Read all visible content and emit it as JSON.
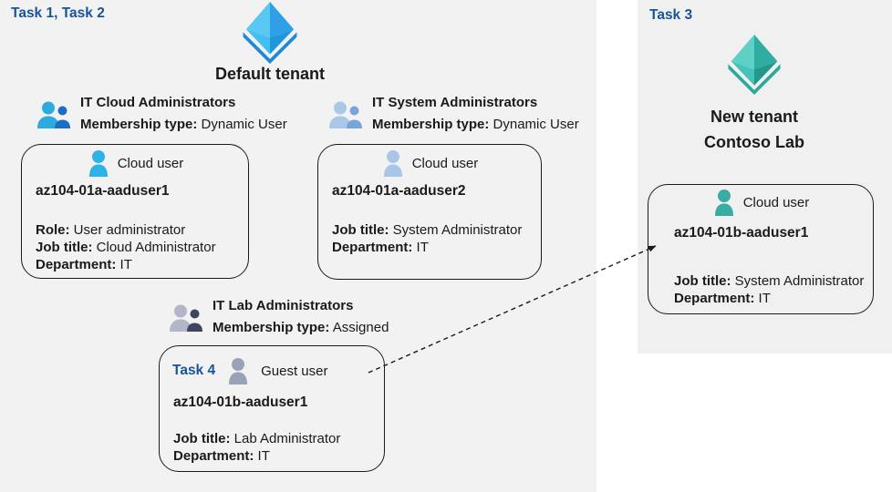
{
  "labels": {
    "left_tasks": "Task 1, Task 2",
    "right_task": "Task 3",
    "task4": "Task 4"
  },
  "tenants": {
    "default": {
      "title": "Default tenant",
      "icon": "azure-tenant-icon-blue"
    },
    "new": {
      "title_line1": "New tenant",
      "title_line2": "Contoso Lab",
      "icon": "azure-tenant-icon-teal"
    }
  },
  "groups": [
    {
      "name": "IT Cloud Administrators",
      "membership_label": "Membership type:",
      "membership_value": "Dynamic User",
      "icon": "group-icon-blue"
    },
    {
      "name": "IT System Administrators",
      "membership_label": "Membership type:",
      "membership_value": "Dynamic User",
      "icon": "group-icon-lightblue"
    },
    {
      "name": "IT Lab Administrators",
      "membership_label": "Membership type:",
      "membership_value": "Assigned",
      "icon": "group-icon-gray"
    }
  ],
  "users": [
    {
      "type_label": "Cloud user",
      "name": "az104-01a-aaduser1",
      "icon": "person-icon-blue",
      "fields": [
        {
          "label": "Role:",
          "value": "User administrator"
        },
        {
          "label": "Job title:",
          "value": "Cloud Administrator"
        },
        {
          "label": "Department:",
          "value": "IT"
        }
      ]
    },
    {
      "type_label": "Cloud user",
      "name": "az104-01a-aaduser2",
      "icon": "person-icon-lightblue",
      "fields": [
        {
          "label": "Job title:",
          "value": "System Administrator"
        },
        {
          "label": "Department:",
          "value": "IT"
        }
      ]
    },
    {
      "task_label": "Task 4",
      "type_label": "Guest user",
      "name": "az104-01b-aaduser1",
      "icon": "person-icon-gray",
      "fields": [
        {
          "label": "Job title:",
          "value": "Lab Administrator"
        },
        {
          "label": "Department:",
          "value": "IT"
        }
      ]
    },
    {
      "type_label": "Cloud user",
      "name": "az104-01b-aaduser1",
      "icon": "person-icon-teal",
      "fields": [
        {
          "label": "Job title:",
          "value": "System Administrator"
        },
        {
          "label": "Department:",
          "value": "IT"
        }
      ]
    }
  ],
  "colors": {
    "task_label_blue": "#17549b",
    "panel_left_bg": "#f2f2f2",
    "panel_right_bg": "#f0f0f0",
    "card_border": "#1a1a1a",
    "arrow": "#1a1a1a",
    "tenant_blue_faces": [
      "#5ac8f2",
      "#2f9fe6",
      "#41bfee",
      "#1e97dd",
      "#1f88db"
    ],
    "tenant_teal_faces": [
      "#5fd0c6",
      "#30ada1",
      "#45c3b8",
      "#23998e",
      "#2ca79c"
    ],
    "group_blue": [
      "#2daae0",
      "#1a6fc4"
    ],
    "group_lightblue": [
      "#aac7e8",
      "#79a4d6"
    ],
    "group_gray": [
      "#b2b6c8",
      "#40455f"
    ],
    "person_blue": "#2fb3e6",
    "person_lightblue": "#a9c6e8",
    "person_gray": "#9aa2b8",
    "person_teal": "#3aaca2"
  }
}
